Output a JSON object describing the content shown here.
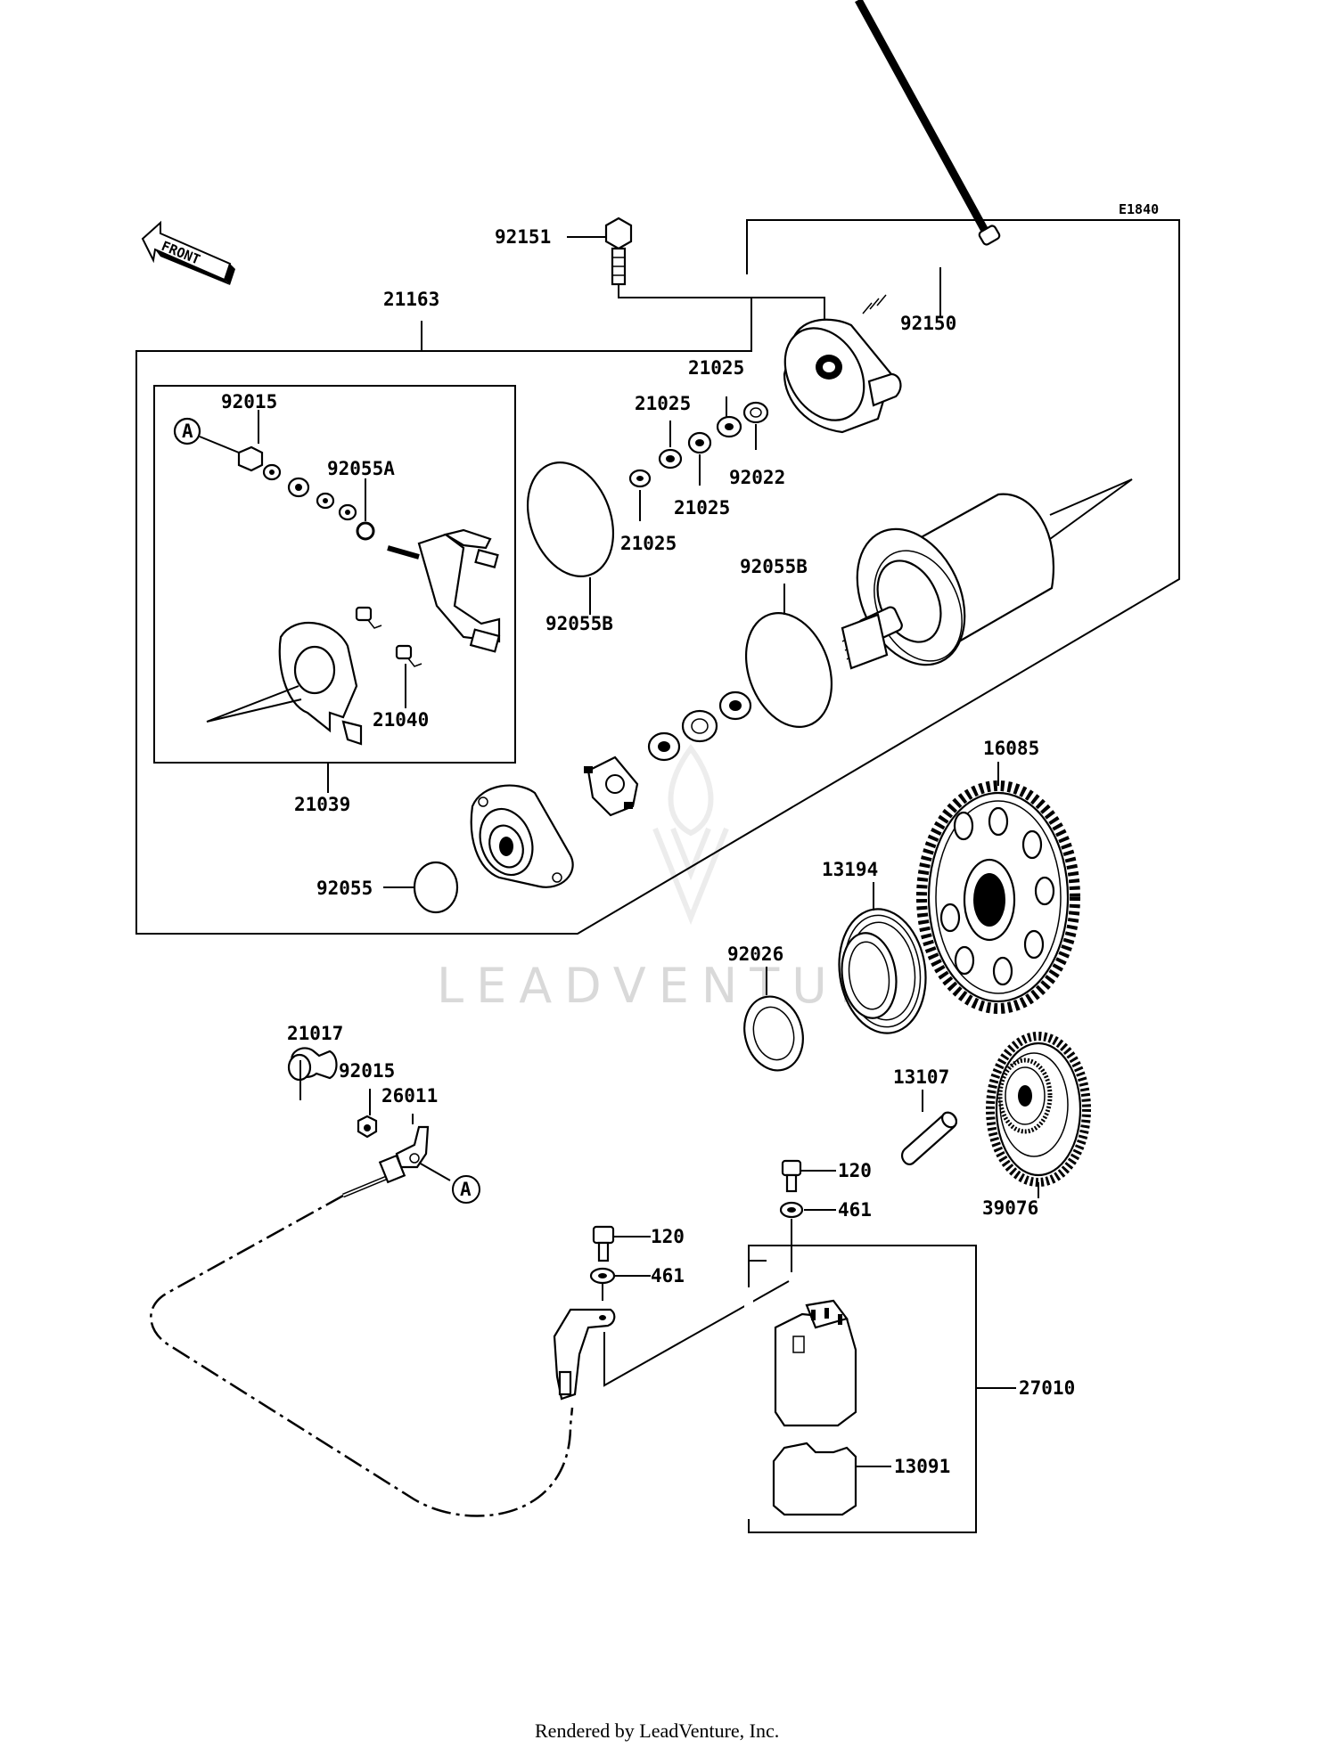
{
  "diagram_code": "E1840",
  "front_label": "FRONT",
  "watermark": "LEADVENTURE",
  "footer": "Rendered by LeadVenture, Inc.",
  "reference_markers": {
    "top_left": "A",
    "bottom": "A"
  },
  "part_numbers": {
    "p92151": "92151",
    "p92150": "92150",
    "p21163": "21163",
    "p92015_a": "92015",
    "p92055A": "92055A",
    "p21040": "21040",
    "p21039": "21039",
    "p92055B_a": "92055B",
    "p92055B_b": "92055B",
    "p21025_a": "21025",
    "p21025_b": "21025",
    "p21025_c": "21025",
    "p21025_d": "21025",
    "p92022": "92022",
    "p92055": "92055",
    "p16085": "16085",
    "p13194": "13194",
    "p92026": "92026",
    "p13107": "13107",
    "p39076": "39076",
    "p21017": "21017",
    "p92015_b": "92015",
    "p26011": "26011",
    "p120_a": "120",
    "p461_a": "461",
    "p120_b": "120",
    "p461_b": "461",
    "p27010": "27010",
    "p13091": "13091"
  }
}
